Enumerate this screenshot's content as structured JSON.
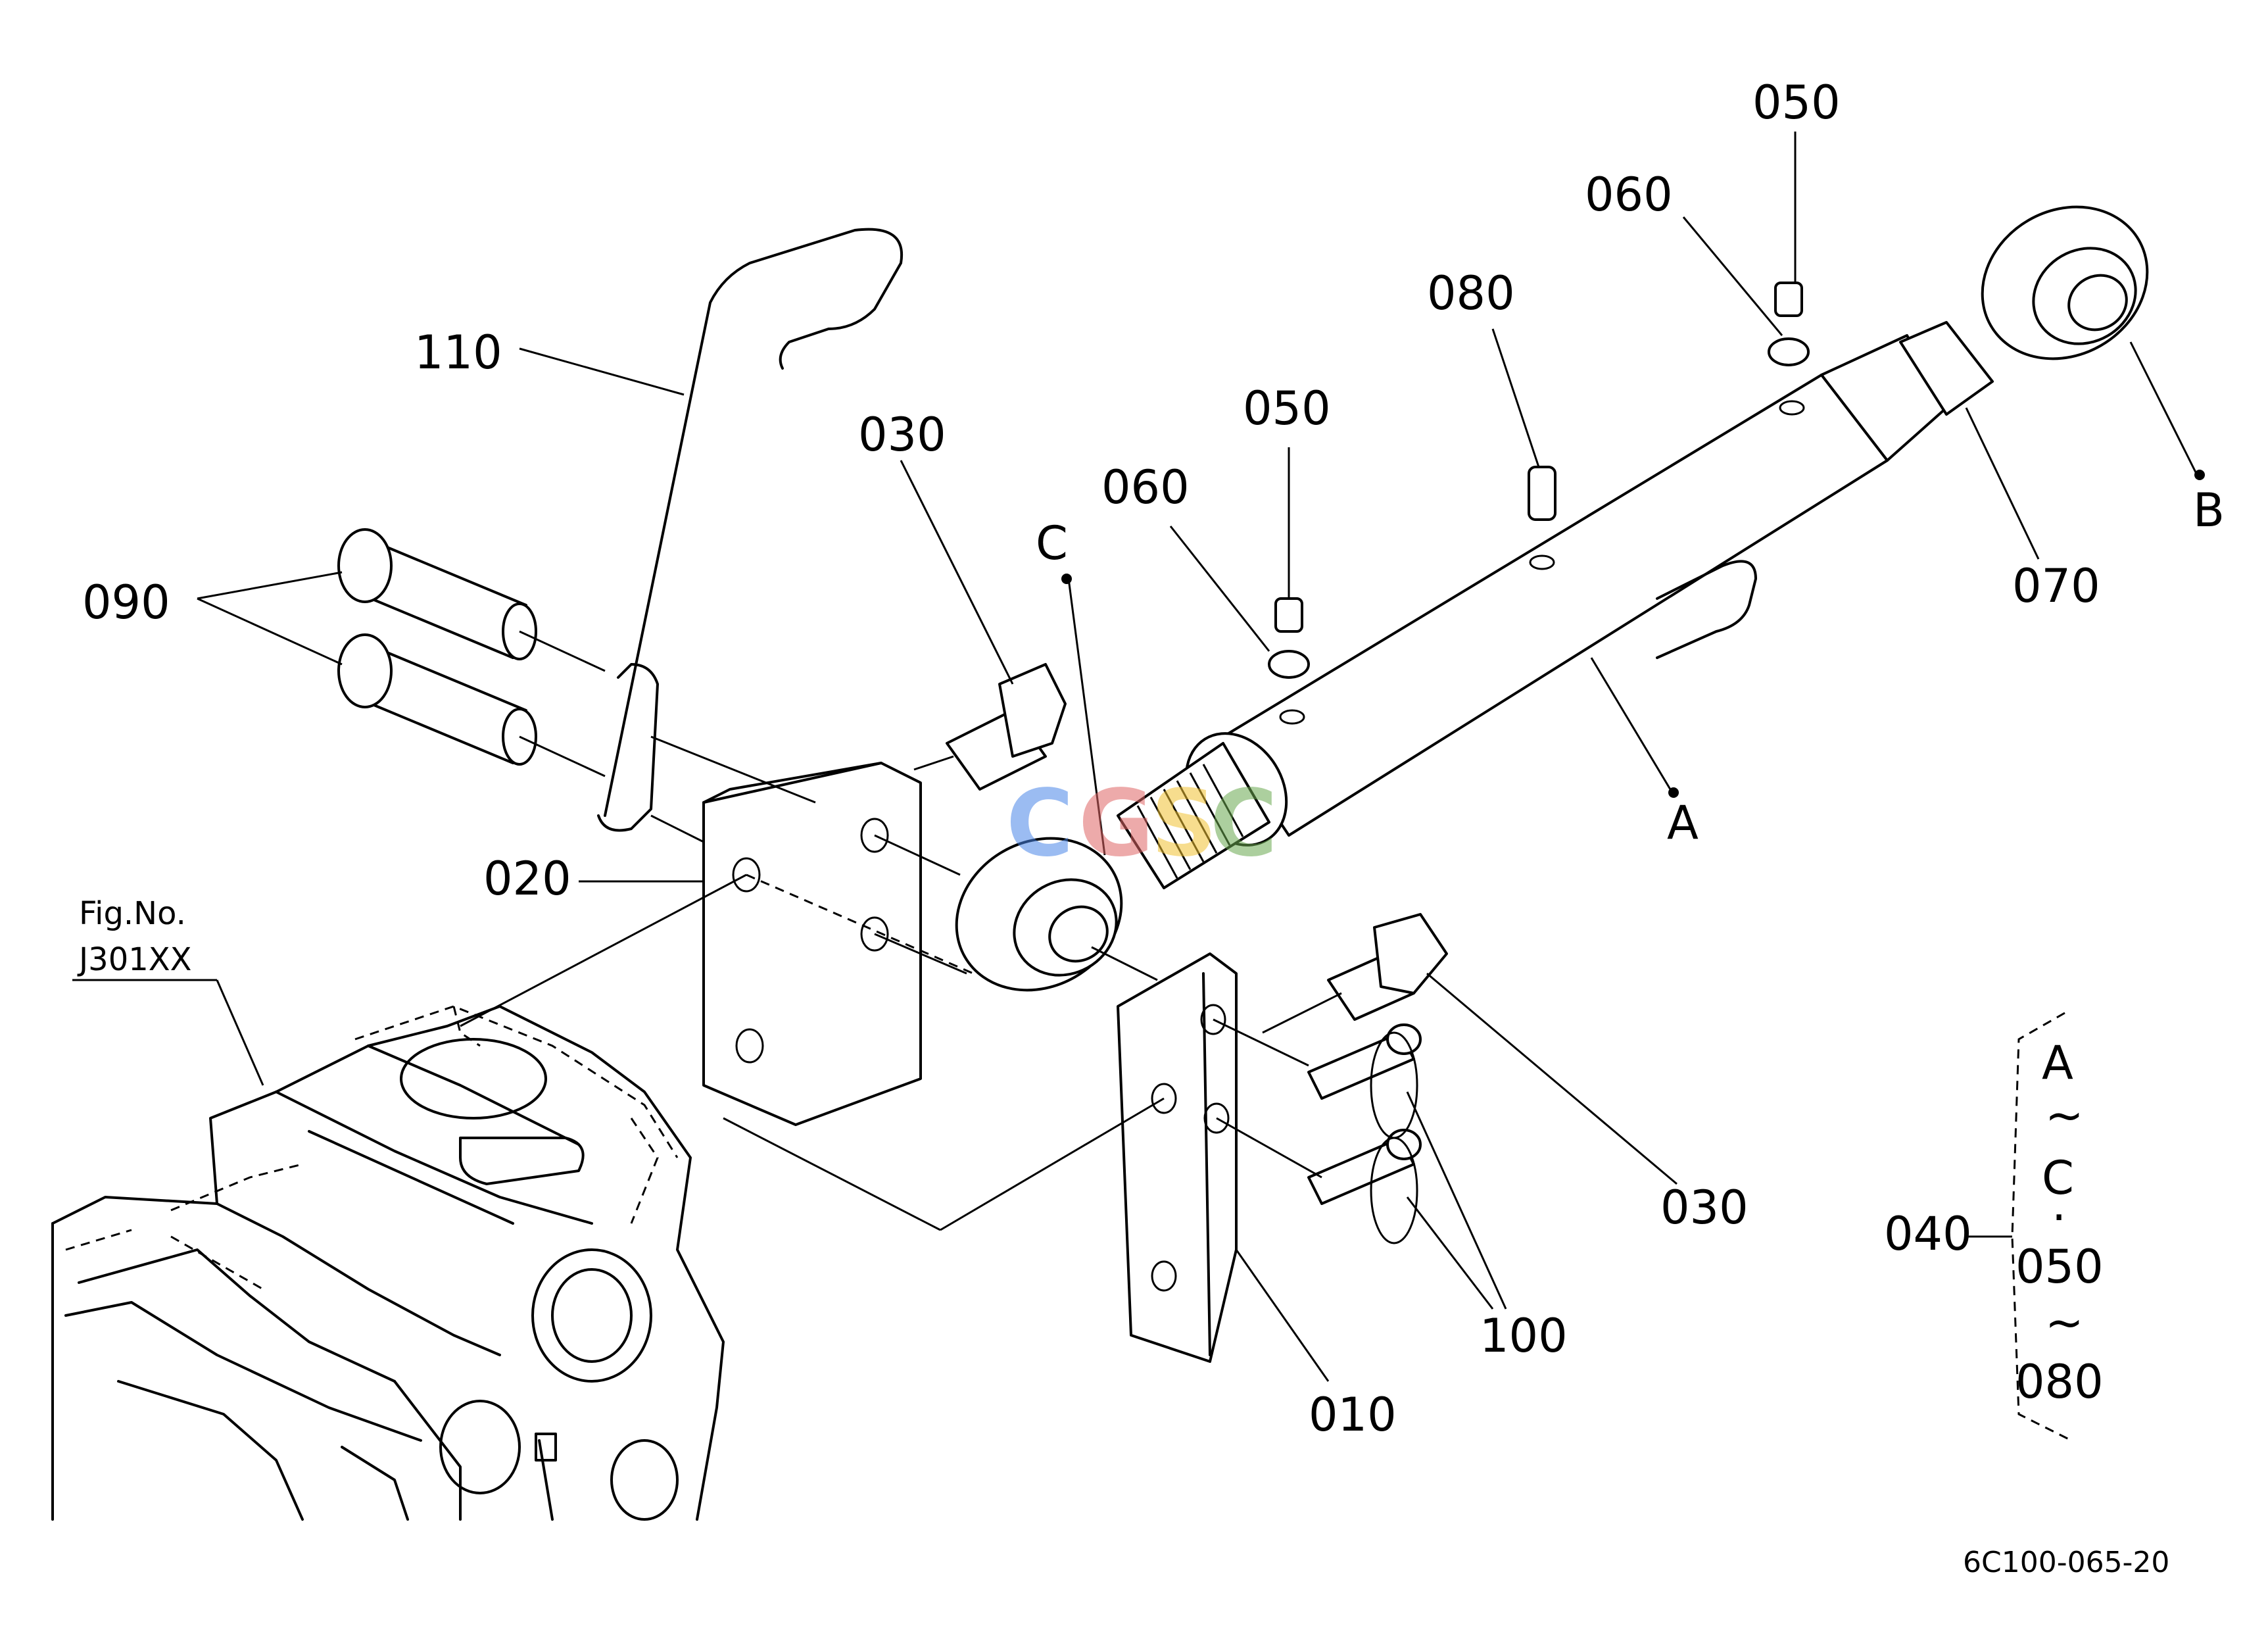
{
  "figure": {
    "reference_label": "Fig.No.",
    "reference_number": "J301XX",
    "drawing_code": "6C100-065-20"
  },
  "callouts": [
    {
      "id": "050",
      "text": "050"
    },
    {
      "id": "060",
      "text": "060"
    },
    {
      "id": "080",
      "text": "080"
    },
    {
      "id": "110",
      "text": "110"
    },
    {
      "id": "030",
      "text": "030"
    },
    {
      "id": "050b",
      "text": "050"
    },
    {
      "id": "060b",
      "text": "060"
    },
    {
      "id": "C",
      "text": "C"
    },
    {
      "id": "B",
      "text": "B"
    },
    {
      "id": "070",
      "text": "070"
    },
    {
      "id": "090",
      "text": "090"
    },
    {
      "id": "A",
      "text": "A"
    },
    {
      "id": "020",
      "text": "020"
    },
    {
      "id": "030b",
      "text": "030"
    },
    {
      "id": "100",
      "text": "100"
    },
    {
      "id": "010",
      "text": "010"
    },
    {
      "id": "040",
      "text": "040"
    }
  ],
  "assembly_bracket": {
    "lines": [
      "A",
      "~",
      "C",
      "·",
      "050",
      "~",
      "080"
    ]
  },
  "watermark": {
    "letters": [
      "C",
      "G",
      "S",
      "C"
    ],
    "colors": [
      "#4a86e8",
      "#e06666",
      "#f1c232",
      "#6aa84f"
    ]
  }
}
